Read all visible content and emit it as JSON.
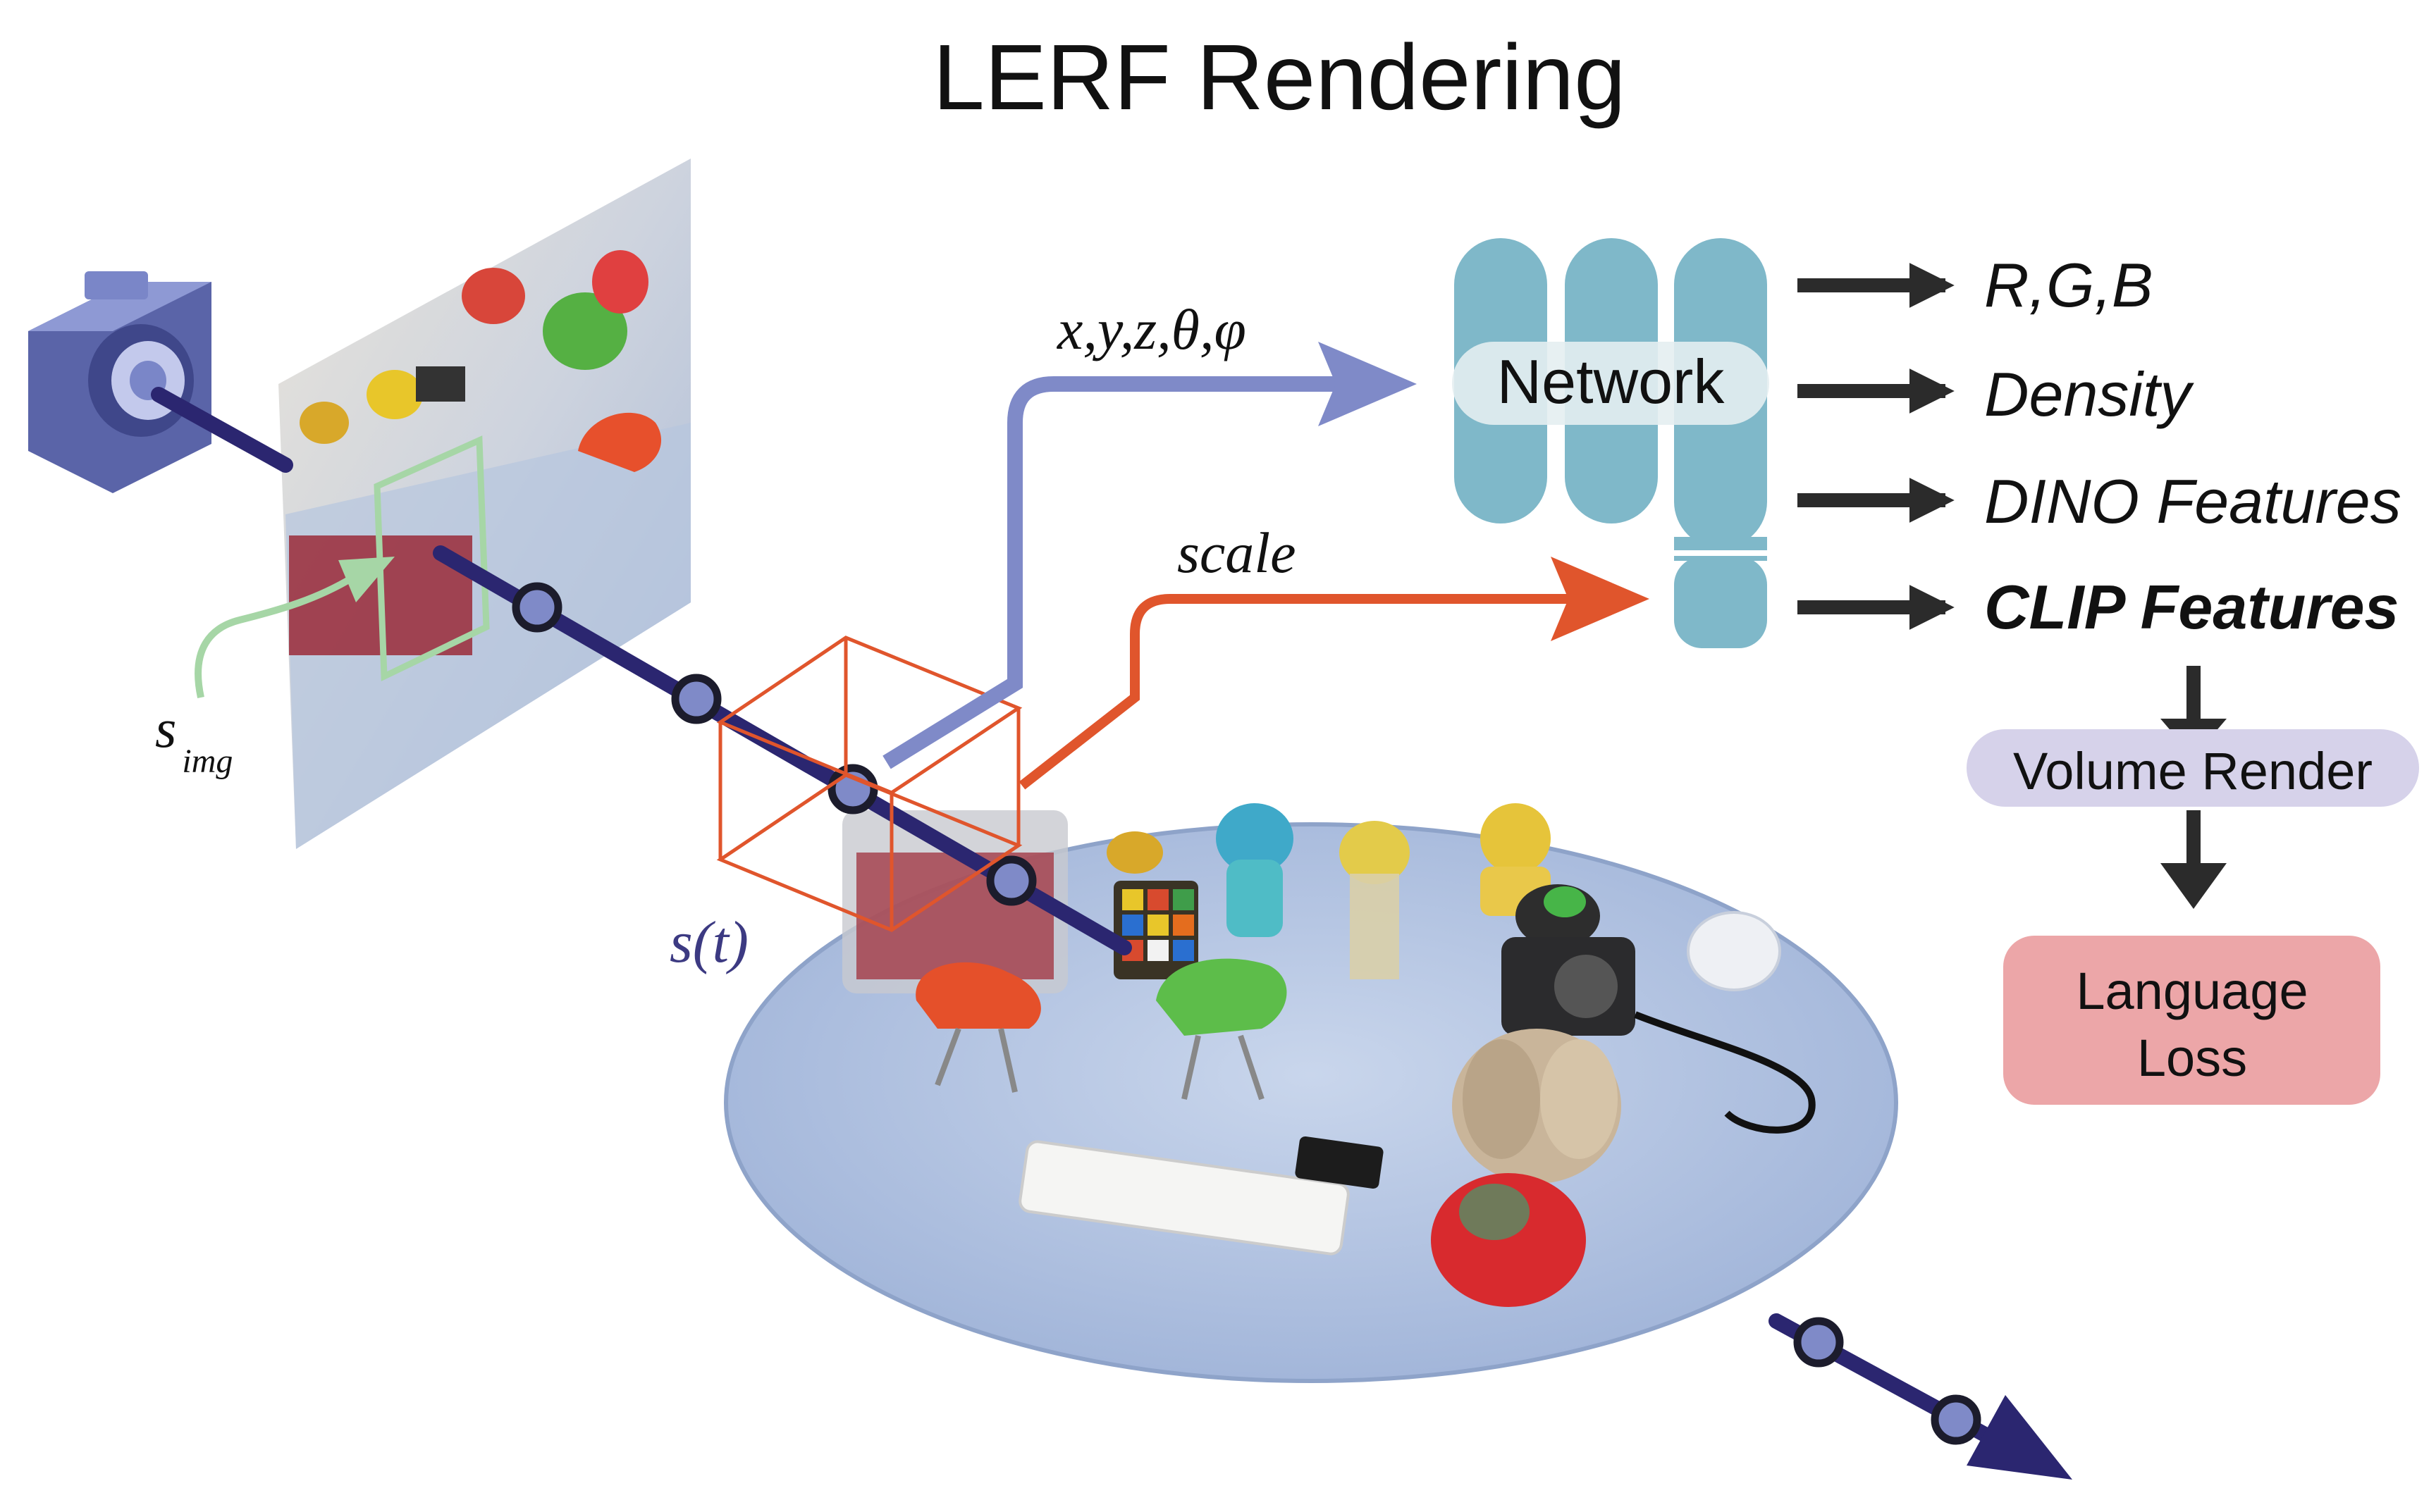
{
  "diagram": {
    "title": "LERF Rendering",
    "inputs": {
      "position_label": "x,y,z,θ,φ",
      "scale_label": "scale"
    },
    "annotations": {
      "s_img_main": "s",
      "s_img_sub": "img",
      "ray_scale": "s(t)"
    },
    "network": {
      "label": "Network"
    },
    "outputs": [
      {
        "label": "R,G,B",
        "bold": false
      },
      {
        "label": "Density",
        "bold": false
      },
      {
        "label": "DINO Features",
        "bold": false
      },
      {
        "label": "CLIP Features",
        "bold": true
      }
    ],
    "volume_render": {
      "label": "Volume Render"
    },
    "loss": {
      "line1": "Language",
      "line2": "Loss"
    },
    "colors": {
      "network_blue": "#7fb8c9",
      "position_arrow": "#7f8ac8",
      "scale_arrow": "#e0552c",
      "ray": "#2b2670",
      "camera": "#7a86c8",
      "crop_box": "#a6d6a6",
      "volume_render_bg": "#d6d2ea",
      "loss_bg": "#eca6a8",
      "output_arrow": "#2b2b2b"
    }
  }
}
